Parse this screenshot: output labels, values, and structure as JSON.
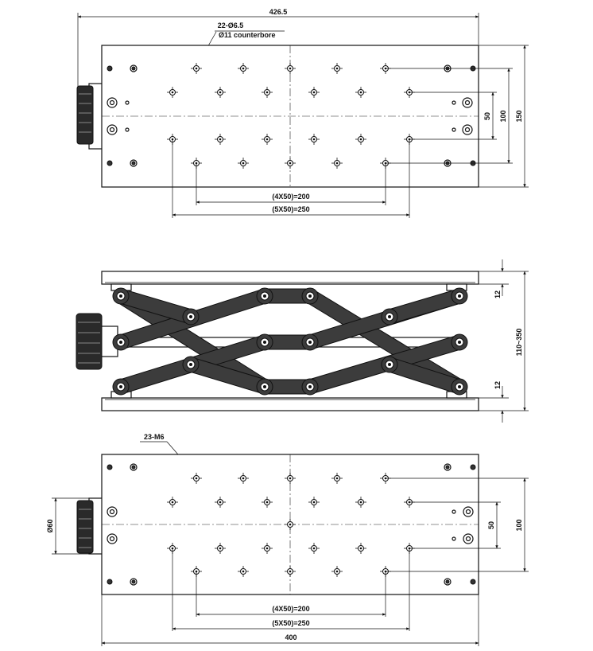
{
  "top_view": {
    "overall_width": "426.5",
    "holes_callout_line1": "22-Ø6.5",
    "holes_callout_line2": "Ø11 counterbore",
    "pitch_200": "(4X50)=200",
    "pitch_250": "(5X50)=250",
    "dim_50": "50",
    "dim_100": "100",
    "dim_150": "150"
  },
  "side_view": {
    "plate_thickness_top": "12",
    "plate_thickness_bottom": "12",
    "height_range": "110~350"
  },
  "bottom_view": {
    "thread_callout": "23-M6",
    "knob_diameter": "Ø60",
    "pitch_200": "(4X50)=200",
    "pitch_250": "(5X50)=250",
    "base_width": "400",
    "dim_50": "50",
    "dim_100": "100"
  }
}
